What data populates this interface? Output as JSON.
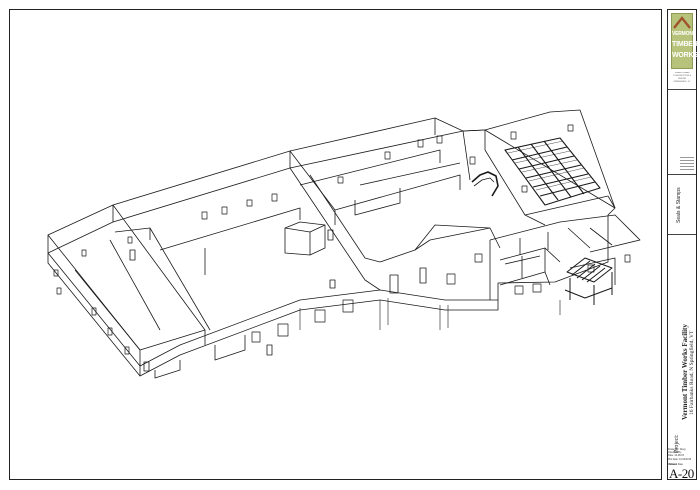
{
  "title_block": {
    "logo_words": [
      "VERMONT",
      "TIMBER",
      "WORKS"
    ],
    "logo_tagline": "TIMBER FRAME CONSTRUCTION & DESIGN SPRINGFIELD, VT",
    "seal_label": "Seals & Stamps",
    "project_label": "Project:",
    "project_name": "Vermont Timber Works Facility",
    "project_address": "16 Fairbanks Road, N Springfield, VT",
    "info_rows": [
      "Drawn By: Doug",
      "Checked By:",
      "Date: 10-08-15",
      "Plot Date: 10/13/2015"
    ],
    "revision_headers": [
      "Revision",
      "Date"
    ],
    "sheet_label": "Sheet",
    "sheet_number": "A-20"
  },
  "colors": {
    "line": "#1a1a1a",
    "logo_green": "#b7c37a",
    "logo_roof": "#a0532d"
  }
}
